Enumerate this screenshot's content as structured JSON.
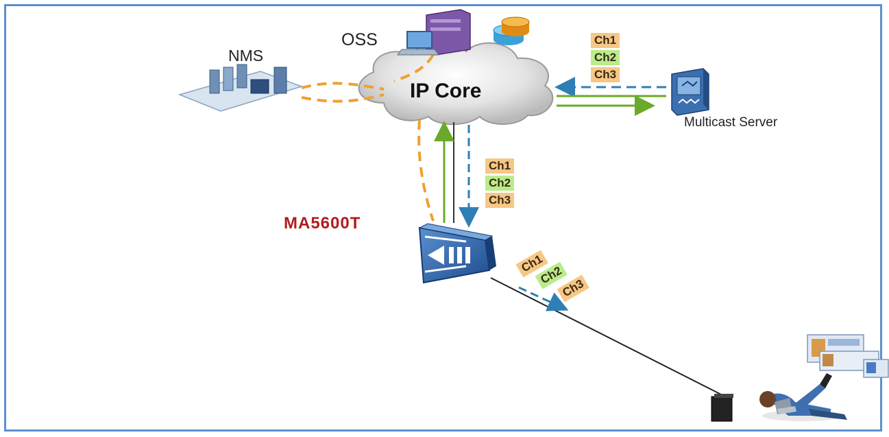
{
  "labels": {
    "oss": "OSS",
    "nms": "NMS",
    "ip_core": "IP Core",
    "multicast_server": "Multicast Server",
    "ma5600t": "MA5600T"
  },
  "channel_groups": {
    "top_right": [
      "Ch1",
      "Ch2",
      "Ch3"
    ],
    "middle": [
      "Ch1",
      "Ch2",
      "Ch3"
    ],
    "diagonal": [
      "Ch1",
      "Ch2",
      "Ch3"
    ]
  },
  "colors": {
    "frame": "#5b8fd1",
    "management_link": "#f0a030",
    "upstream_arrow": "#6aaa2a",
    "multicast_stream": "#2f7fb5",
    "ma5600t_label": "#b01c1c",
    "channel_odd": "#f6c785",
    "channel_even": "#b9ec8c"
  },
  "icons": {
    "oss": "server-database-icon",
    "nms": "network-management-servers-icon",
    "multicast_server": "multicast-server-icon",
    "ma5600t": "olt-device-icon",
    "subscriber": "subscriber-with-laptop-icon",
    "screens": "video-screens-icon"
  }
}
